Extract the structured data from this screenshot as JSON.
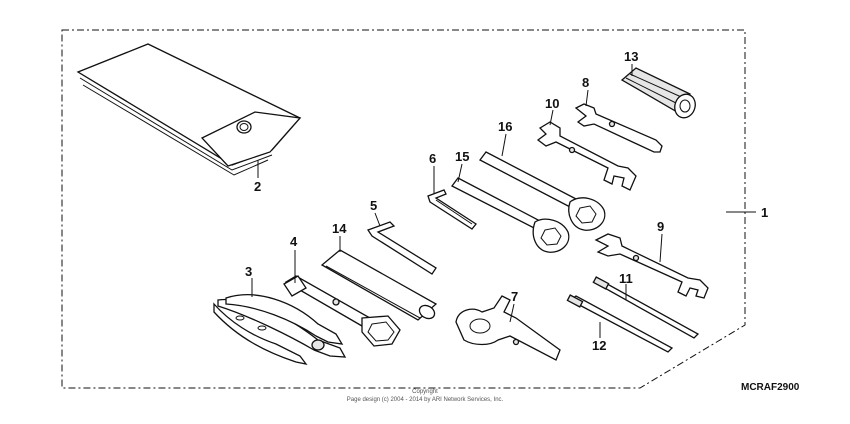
{
  "callouts": {
    "n1": "1",
    "n2": "2",
    "n3": "3",
    "n4": "4",
    "n5": "5",
    "n6": "6",
    "n7": "7",
    "n8": "8",
    "n9": "9",
    "n10": "10",
    "n11": "11",
    "n12": "12",
    "n13": "13",
    "n14": "14",
    "n15": "15",
    "n16": "16"
  },
  "diagram_code": "MCRAF2900",
  "copyright": {
    "line1": "Copyright",
    "line2": "Page design (c) 2004 - 2014 by ARI Network Services, Inc."
  }
}
